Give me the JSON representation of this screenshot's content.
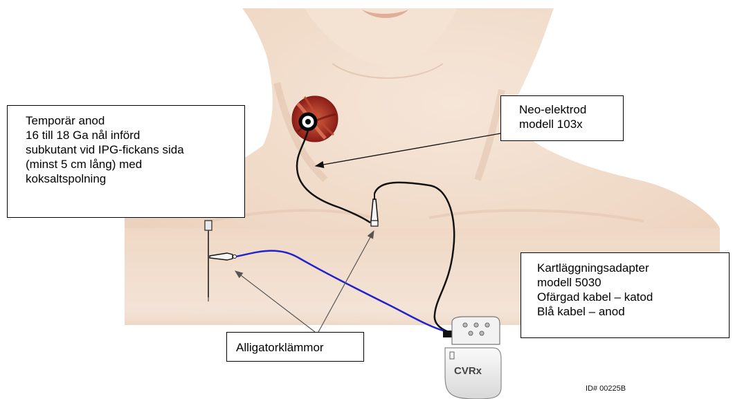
{
  "callouts": {
    "temporary_anode": {
      "lines": [
        "Temporär anod",
        "16 till 18 Ga nål införd",
        "subkutant vid IPG-fickans sida",
        "(minst 5 cm lång) med",
        "koksaltspolning"
      ]
    },
    "neo_electrode": {
      "lines": [
        "Neo-elektrod",
        "modell 103x"
      ]
    },
    "mapping_adapter": {
      "lines": [
        "Kartläggningsadapter",
        "modell 5030",
        "Ofärgad kabel – katod",
        "Blå kabel – anod"
      ]
    },
    "alligator_clips": {
      "label": "Alligatorklämmor"
    }
  },
  "device": {
    "brand_label": "CVRx"
  },
  "id_label": "ID# 00225B",
  "colors": {
    "blue_cable": "#2222cc",
    "black_cable": "#111111",
    "skin": "#f0d9c6"
  }
}
